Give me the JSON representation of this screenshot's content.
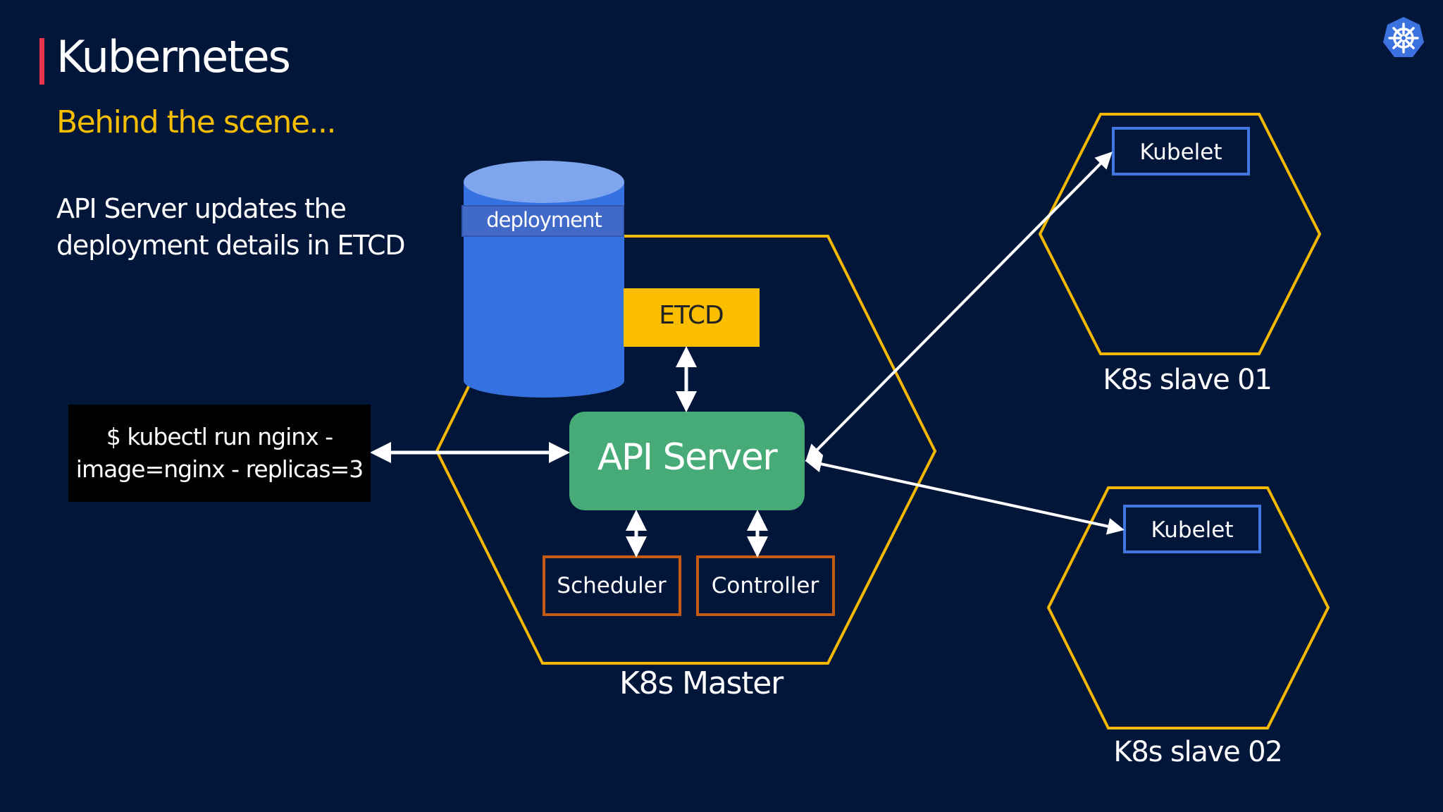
{
  "slide": {
    "title": "Kubernetes",
    "subtitle": "Behind the scene...",
    "description_lines": [
      "API Server updates the",
      "deployment details in ETCD"
    ],
    "logo_icon": "kubernetes-helm-wheel-icon"
  },
  "command": {
    "line1": "$ kubectl run nginx -",
    "line2": "image=nginx - replicas=3"
  },
  "master": {
    "label": "K8s Master",
    "database_label": "deployment",
    "etcd_label": "ETCD",
    "api_server_label": "API Server",
    "scheduler_label": "Scheduler",
    "controller_label": "Controller"
  },
  "slaves": [
    {
      "label": "K8s slave 01",
      "kubelet_label": "Kubelet"
    },
    {
      "label": "K8s slave 02",
      "kubelet_label": "Kubelet"
    }
  ],
  "colors": {
    "background": "#02163a",
    "title_accent": "#e8334f",
    "subtitle": "#f5be00",
    "hexagon_stroke": "#f5b800",
    "etcd_fill": "#fbbd00",
    "api_server_fill": "#47ab78",
    "component_stroke": "#c55a11",
    "kubelet_stroke": "#3f76e0",
    "database_fill": "#3671e0",
    "database_top": "#7ea5ee"
  }
}
